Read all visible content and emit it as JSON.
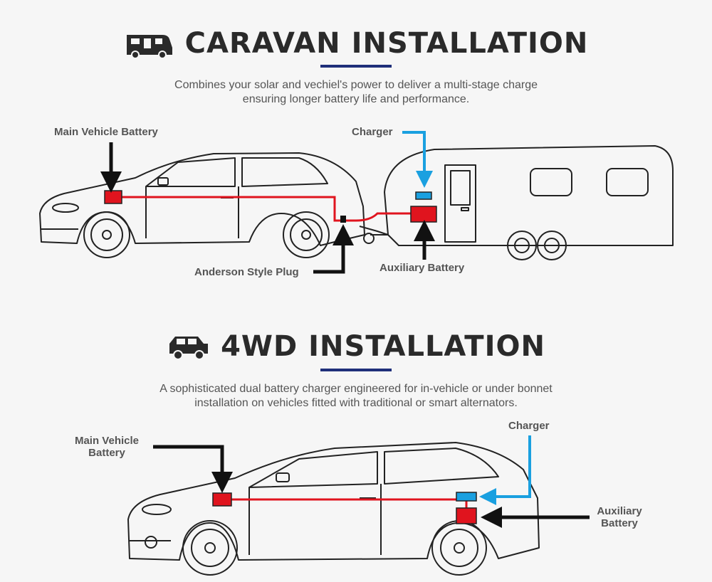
{
  "caravan": {
    "title": "CARAVAN INSTALLATION",
    "desc_line1": "Combines your solar and vechiel's power to deliver a multi-stage charge",
    "desc_line2": "ensuring longer battery life and performance.",
    "labels": {
      "main_battery": "Main Vehicle Battery",
      "charger": "Charger",
      "anderson_plug": "Anderson Style Plug",
      "aux_battery": "Auxiliary Battery"
    }
  },
  "fourwd": {
    "title": "4WD INSTALLATION",
    "desc_line1": "A sophisticated dual battery charger engineered for in-vehicle or under bonnet",
    "desc_line2": "installation on vehicles fitted with traditional or smart alternators.",
    "labels": {
      "main_battery_line1": "Main Vehicle",
      "main_battery_line2": "Battery",
      "charger": "Charger",
      "aux_battery_line1": "Auxiliary",
      "aux_battery_line2": "Battery"
    }
  },
  "colors": {
    "battery": "#e0141e",
    "wire": "#e0141e",
    "charger": "#1aa0e0",
    "pointer": "#111111",
    "accent_rule": "#1f2f7a"
  },
  "icons": [
    "caravan-icon",
    "4wd-icon"
  ]
}
